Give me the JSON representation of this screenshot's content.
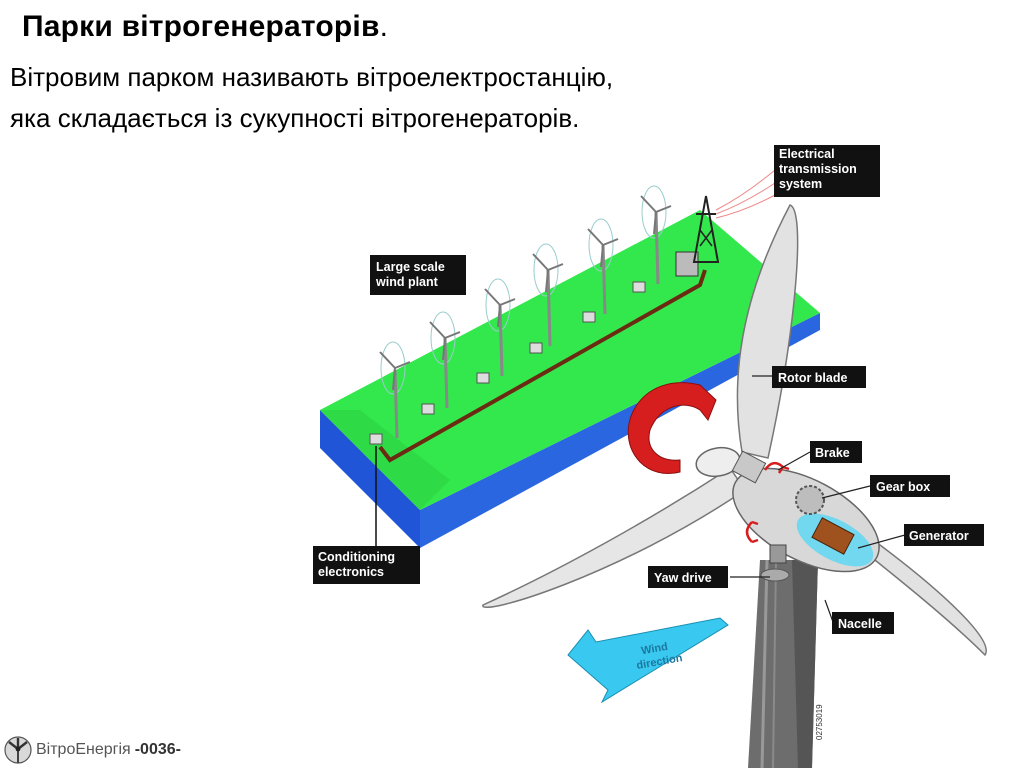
{
  "slide": {
    "title": "Парки вітрогенераторів",
    "title_dot": ".",
    "paragraph_line1": "Вітровим парком називають вітроелектростанцію,",
    "paragraph_line2": "яка складається із сукупності вітрогенераторів."
  },
  "diagram": {
    "labels": {
      "transmission": [
        "Electrical",
        "transmission",
        "system"
      ],
      "wind_plant": [
        "Large scale",
        "wind plant"
      ],
      "conditioning": [
        "Conditioning",
        "electronics"
      ],
      "rotor_blade": "Rotor blade",
      "brake": "Brake",
      "gear_box": "Gear box",
      "generator": "Generator",
      "yaw_drive": "Yaw drive",
      "nacelle": "Nacelle",
      "wind_direction": [
        "Wind",
        "direction"
      ]
    },
    "image_code": "02753019",
    "colors": {
      "ground_top": "#33e84c",
      "ground_side": "#1f55d6",
      "cable": "#6b2a12",
      "rotation_arrow": "#d61e1e",
      "wind_arrow": "#38c8f0",
      "blade": "#e2e2e2",
      "nacelle_glow": "#5fd8f5"
    }
  },
  "footer": {
    "brand": "ВітроЕнергія",
    "slide_number": "-0036-"
  }
}
